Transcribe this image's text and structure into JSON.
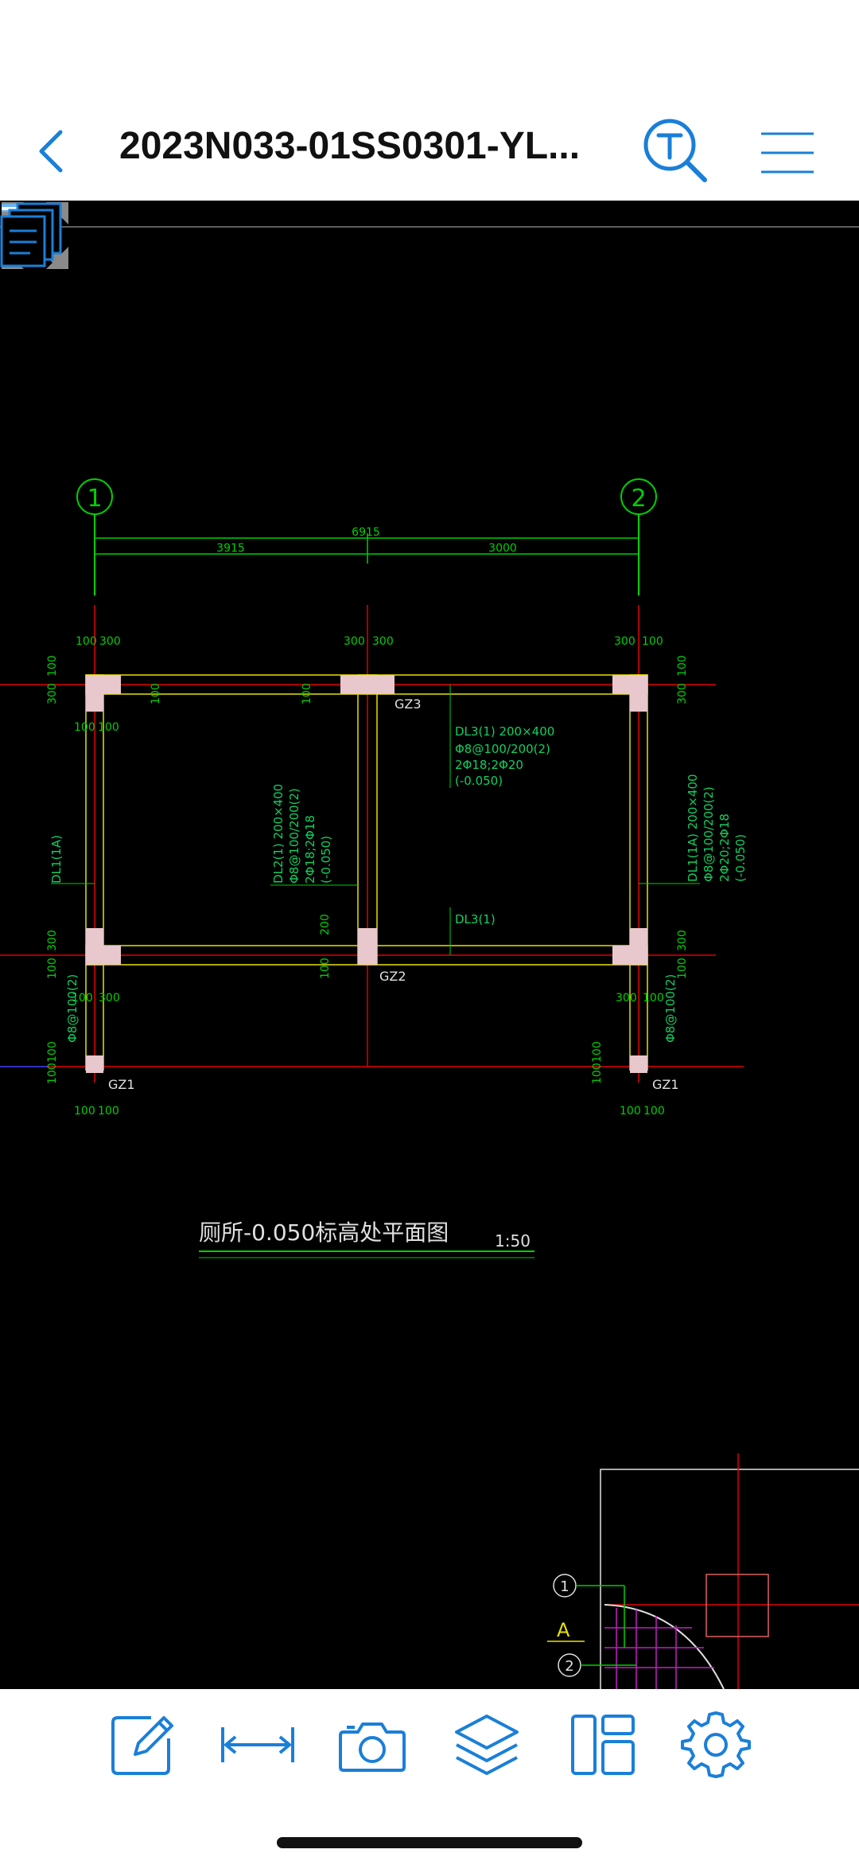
{
  "header": {
    "title": "2023N033-01SS0301-YL..."
  },
  "icons": {
    "back": "chevron-left-icon",
    "search": "text-search-icon",
    "menu": "hamburger-menu-icon",
    "fullscreen": "expand-arrows-icon",
    "layers_toggle": "layer-bars-icon",
    "pages": "pages-stack-icon"
  },
  "drawing": {
    "axis_1": "1",
    "axis_2": "2",
    "dim_total": "6915",
    "dim_left": "3915",
    "dim_right": "3000",
    "dims": {
      "d100": "100",
      "d300": "300",
      "d200": "200"
    },
    "labels": {
      "gz3": "GZ3",
      "gz2": "GZ2",
      "gz1": "GZ1",
      "dl3_a": "DL3(1) 200×400",
      "dl3_b": "Φ8@100/200(2)",
      "dl3_c": "2Φ18;2Φ20",
      "dl3_d": "(-0.050)",
      "dl3_short": "DL3(1)",
      "dl2_a": "DL2(1) 200×400",
      "dl2_b": "Φ8@100/200(2)",
      "dl2_c": "2Φ18;2Φ18",
      "dl2_d": "(-0.050)",
      "dl1_left": "DL1(1A)",
      "dl1_r_a": "DL1(1A) 200×400",
      "dl1_r_b": "Φ8@100/200(2)",
      "dl1_r_c": "2Φ20;2Φ18",
      "dl1_r_d": "(-0.050)",
      "stirrup": "Φ8@100(2)"
    },
    "plan_title": "厕所-0.050标高处平面图",
    "plan_scale": "1:50",
    "detail_axis_1": "1",
    "detail_axis_a": "A",
    "detail_axis_2": "2"
  },
  "toolbar": {
    "items": [
      "annotate-icon",
      "measure-icon",
      "camera-icon",
      "layers-icon",
      "layout-icon",
      "settings-icon"
    ]
  },
  "colors": {
    "accent": "#1a7fd8",
    "cad_green": "#00d000",
    "cad_red": "#e00000",
    "cad_yellow": "#e8e000",
    "cad_text": "#10d060",
    "column_fill": "#e8c8cc"
  }
}
